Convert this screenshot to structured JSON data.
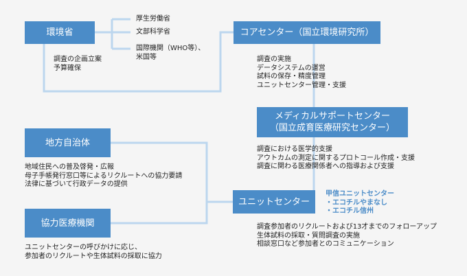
{
  "nodes": {
    "moe": {
      "label": "環境省"
    },
    "core": {
      "label": "コアセンター（国立環境研究所）"
    },
    "medical": {
      "line1": "メディカルサポートセンター",
      "line2": "（国立成育医療研究センター）"
    },
    "local_gov": {
      "label": "地方自治体"
    },
    "coop_medical": {
      "label": "協力医療機関"
    },
    "unit": {
      "label": "ユニットセンター"
    }
  },
  "ministries": [
    "厚生労働省",
    "文部科学省",
    "国際機関（WHO等）、",
    "米国等"
  ],
  "descriptions": {
    "moe": [
      "調査の企画立案",
      "予算確保"
    ],
    "core": [
      "調査の実施",
      "データシステムの運営",
      "試料の保存・精度管理",
      "ユニットセンター管理・支援"
    ],
    "medical": [
      "調査における医学的支援",
      "アウトカムの測定に関するプロトコール作成・支援",
      "調査に関わる医療関係者への指導および支援"
    ],
    "local_gov": [
      "地域住民への普及啓発・広報",
      "母子手帳発行窓口等によるリクルートへの協力要請",
      "法律に基づいて行政データの提供"
    ],
    "coop_medical": [
      "ユニットセンターの呼びかけに応じ、",
      "参加者のリクルートや生体試料の採取に協力"
    ],
    "unit": [
      "調査参加者のリクルートおよび13才までのフォローアップ",
      "生体試料の採取・質問調査の実施",
      "相談窓口など参加者とのコミュニケーション"
    ]
  },
  "kofu": [
    "甲信ユニットセンター",
    "・エコチルやまなし",
    "・エコチル信州"
  ],
  "colors": {
    "box": "#4b8cc8",
    "line": "#bcd6ee",
    "background": "#f5f5f5",
    "accent_text": "#4b8cc8"
  }
}
